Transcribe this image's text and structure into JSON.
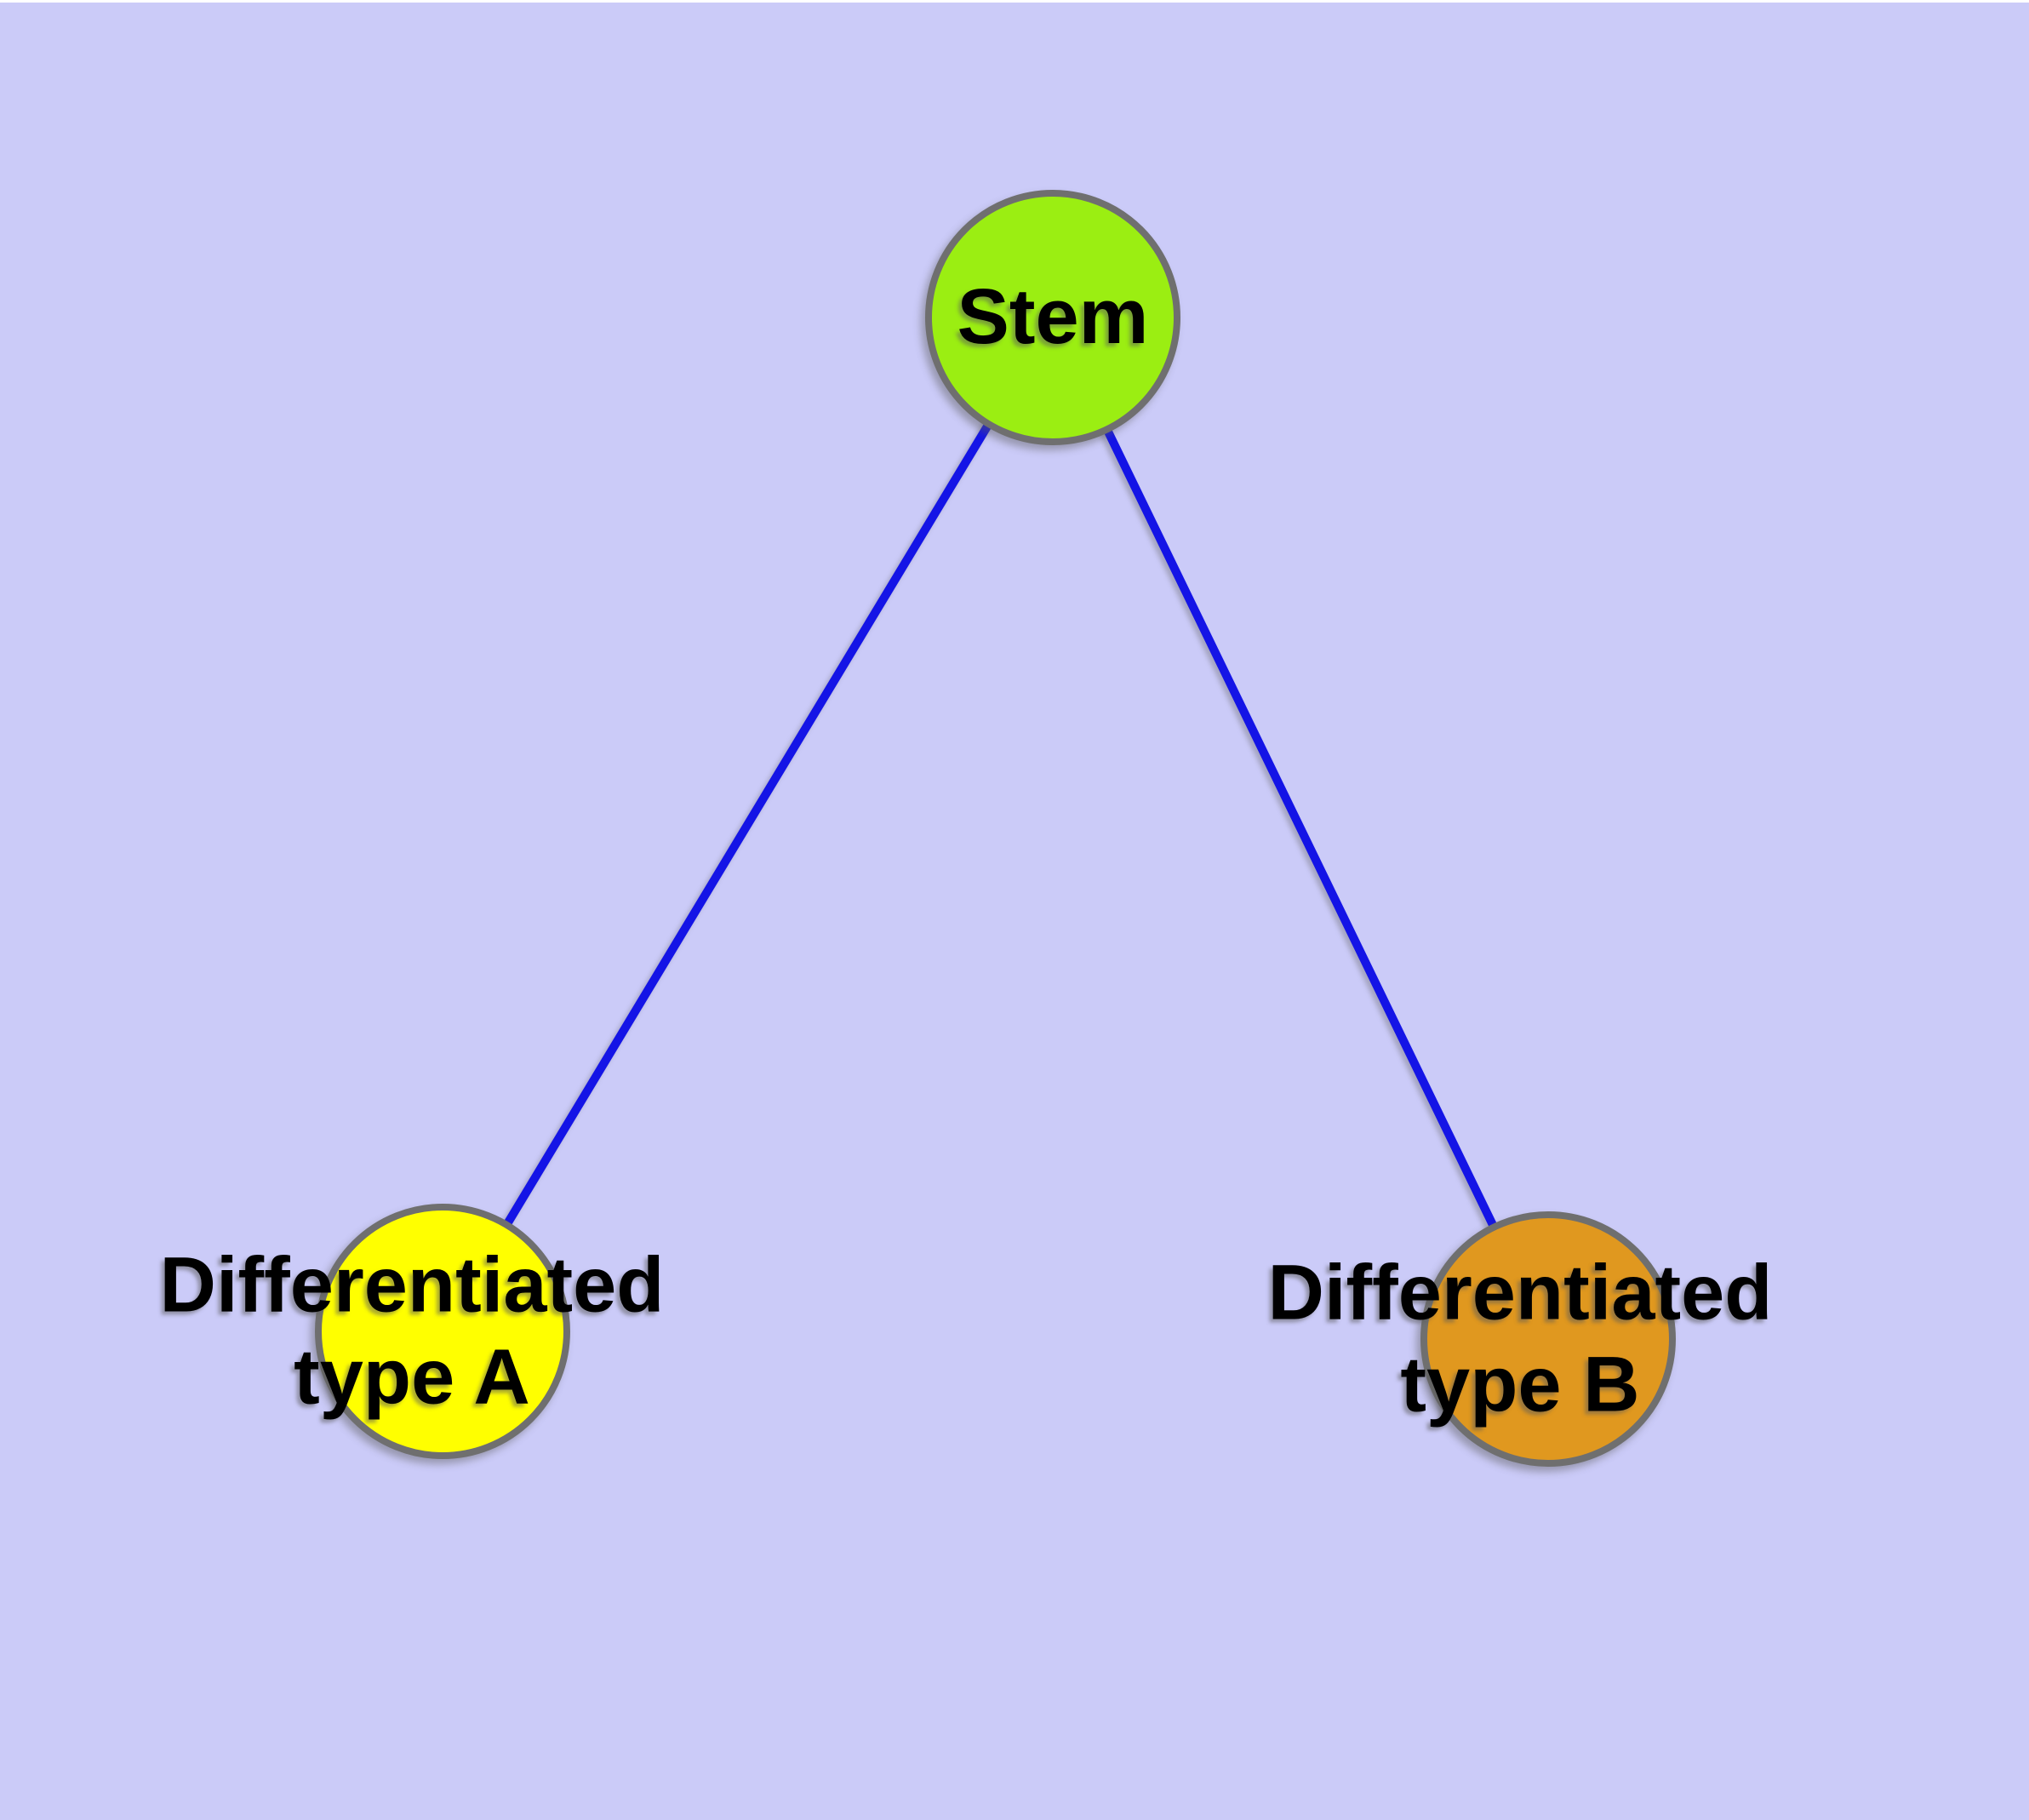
{
  "colors": {
    "background": "#CBCBF8",
    "top_edge_highlight": "#FFFFFF",
    "edge_line": "#1414E6",
    "node_border": "#6F6F6F",
    "stem_fill": "#9BEE12",
    "type_a_fill": "#FFFF00",
    "type_b_fill": "#E0981F",
    "label_text": "#000000"
  },
  "nodes": {
    "stem": {
      "label": "Stem",
      "shape": "circle"
    },
    "type_a": {
      "label_line1": "Differentiated",
      "label_line2": "type A",
      "shape": "circle"
    },
    "type_b": {
      "label_line1": "Differentiated",
      "label_line2": "type B",
      "shape": "circle"
    }
  },
  "edges": [
    {
      "from": "Stem",
      "to": "Differentiated type A"
    },
    {
      "from": "Stem",
      "to": "Differentiated type B"
    }
  ]
}
